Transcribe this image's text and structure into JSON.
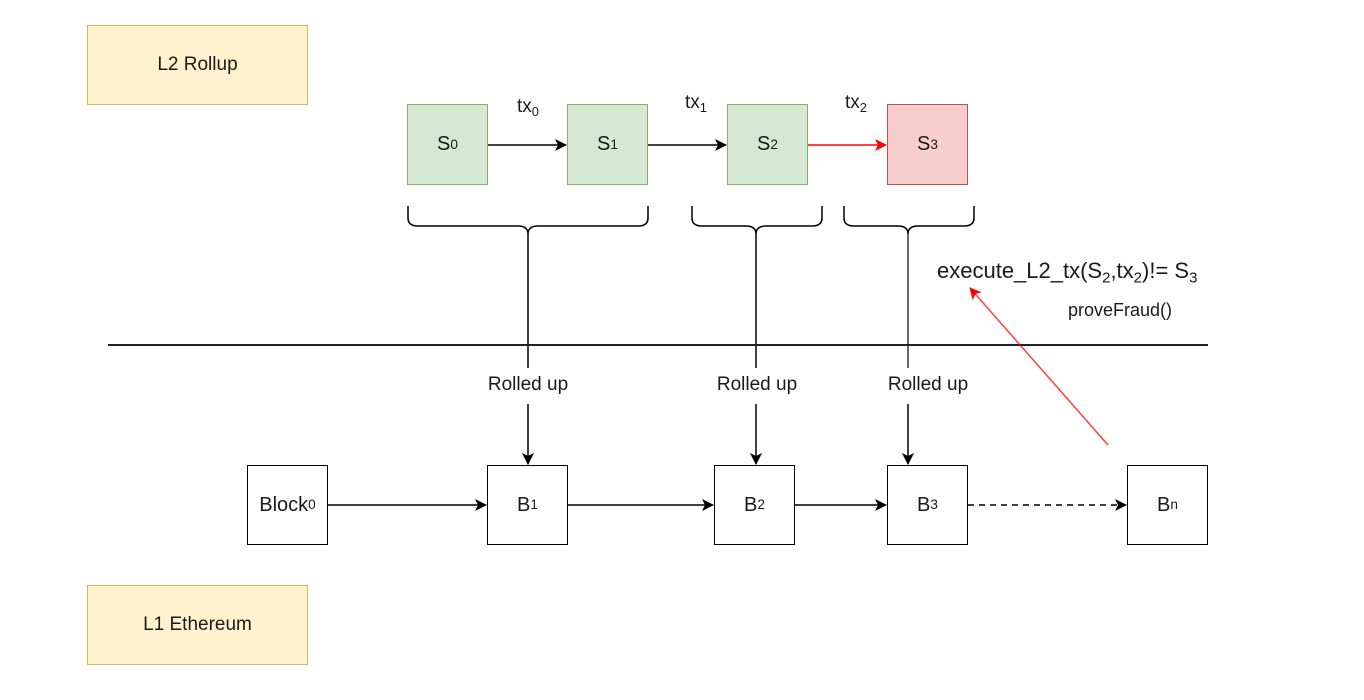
{
  "layers": {
    "l2": "L2 Rollup",
    "l1": "L1 Ethereum"
  },
  "states": [
    {
      "base": "S",
      "sub": "0",
      "status": "valid"
    },
    {
      "base": "S",
      "sub": "1",
      "status": "valid"
    },
    {
      "base": "S",
      "sub": "2",
      "status": "valid"
    },
    {
      "base": "S",
      "sub": "3",
      "status": "fraudulent"
    }
  ],
  "transactions": [
    {
      "base": "tx",
      "sub": "0"
    },
    {
      "base": "tx",
      "sub": "1"
    },
    {
      "base": "tx",
      "sub": "2"
    }
  ],
  "blocks": [
    {
      "base": "Block",
      "sub": "0"
    },
    {
      "base": "B",
      "sub": "1"
    },
    {
      "base": "B",
      "sub": "2"
    },
    {
      "base": "B",
      "sub": "3"
    },
    {
      "base": "B",
      "sub": "n"
    }
  ],
  "rollup_labels": [
    "Rolled up",
    "Rolled up",
    "Rolled up"
  ],
  "fraud": {
    "expr_prefix": "execute_L2_tx(S",
    "expr_sub1": "2",
    "expr_mid": ",tx",
    "expr_sub2": "2",
    "expr_suffix": ")!= S",
    "expr_sub3": "3",
    "call": "proveFraud()"
  },
  "colors": {
    "valid_fill": "#d5e8d4",
    "valid_stroke": "#82b366",
    "fraud_fill": "#f8cecc",
    "fraud_stroke": "#b85450",
    "label_fill": "#fff2cc",
    "label_stroke": "#d6b656",
    "fraud_arrow": "#ff0000"
  }
}
